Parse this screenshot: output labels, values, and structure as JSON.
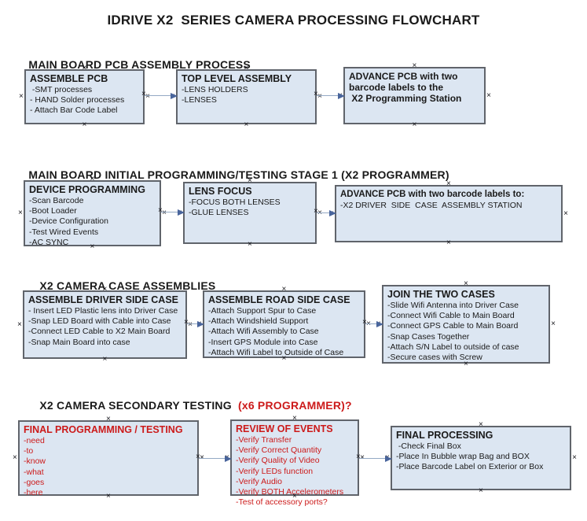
{
  "title": "IDRIVE X2  SERIES CAMERA PROCESSING FLOWCHART",
  "colors": {
    "box_fill": "#dce6f2",
    "box_border": "#60646b",
    "connector_line": "#94a9c4",
    "arrow_head": "#49659c",
    "red_text": "#cc1a1a"
  },
  "sections": [
    {
      "header": "MAIN BOARD PCB ASSEMBLY PROCESS",
      "boxes": [
        {
          "title": "ASSEMBLE PCB",
          "lines": [
            " -SMT processes",
            "- HAND Solder processes",
            "- Attach Bar Code Label"
          ]
        },
        {
          "title": "TOP LEVEL ASSEMBLY",
          "lines": [
            "-LENS HOLDERS",
            "-LENSES"
          ]
        },
        {
          "title": "ADVANCE PCB with two\nbarcode labels to the\n X2 Programming Station",
          "lines": []
        }
      ]
    },
    {
      "header": "MAIN BOARD INITIAL PROGRAMMING/TESTING STAGE 1 (X2 PROGRAMMER)",
      "boxes": [
        {
          "title": "DEVICE PROGRAMMING",
          "lines": [
            "-Scan Barcode",
            "-Boot Loader",
            "-Device Configuration",
            "-Test Wired Events",
            "-AC SYNC"
          ]
        },
        {
          "title": "LENS FOCUS",
          "lines": [
            "-FOCUS BOTH LENSES",
            "-GLUE LENSES"
          ]
        },
        {
          "title": "ADVANCE PCB with two barcode labels to:",
          "lines": [
            "-X2 DRIVER  SIDE  CASE  ASSEMBLY STATION"
          ]
        }
      ]
    },
    {
      "header": "X2 CAMERA CASE ASSEMBLIES",
      "boxes": [
        {
          "title": "ASSEMBLE DRIVER SIDE CASE",
          "lines": [
            "- Insert LED Plastic lens into Driver Case",
            "-Snap LED Board with Cable into Case",
            "-Connect LED Cable to X2 Main Board",
            "-Snap Main Board into case"
          ]
        },
        {
          "title": "ASSEMBLE ROAD SIDE CASE",
          "lines": [
            "-Attach Support Spur to Case",
            "-Attach Windshield Support",
            "-Attach Wifi Assembly to Case",
            "-Insert GPS Module into Case",
            "-Attach Wifi Label to Outside of Case"
          ]
        },
        {
          "title": "JOIN THE TWO CASES",
          "lines": [
            "-Slide Wifi Antenna into Driver Case",
            "-Connect Wifi Cable to Main Board",
            "-Connect GPS Cable to Main Board",
            "-Snap Cases Together",
            "-Attach S/N Label to outside of case",
            "-Secure cases with Screw"
          ]
        }
      ]
    },
    {
      "header": "X2 CAMERA SECONDARY TESTING",
      "header_red": "  (x6 PROGRAMMER)?",
      "boxes": [
        {
          "title": "FINAL PROGRAMMING / TESTING",
          "lines": [
            "-need",
            "-to",
            "-know",
            "-what",
            "-goes",
            "-here"
          ]
        },
        {
          "title": "REVIEW OF EVENTS",
          "lines": [
            "-Verify Transfer",
            "-Verify Correct Quantity",
            "-Verify Quality of Video",
            "-Verify LEDs function",
            "-Verify Audio",
            "-Verify BOTH Accelerometers",
            "-Test of accessory ports?"
          ]
        },
        {
          "title": "FINAL PROCESSING",
          "lines": [
            " -Check Final Box",
            "-Place In Bubble wrap Bag and BOX",
            "-Place Barcode Label on Exterior or Box"
          ]
        }
      ]
    }
  ]
}
